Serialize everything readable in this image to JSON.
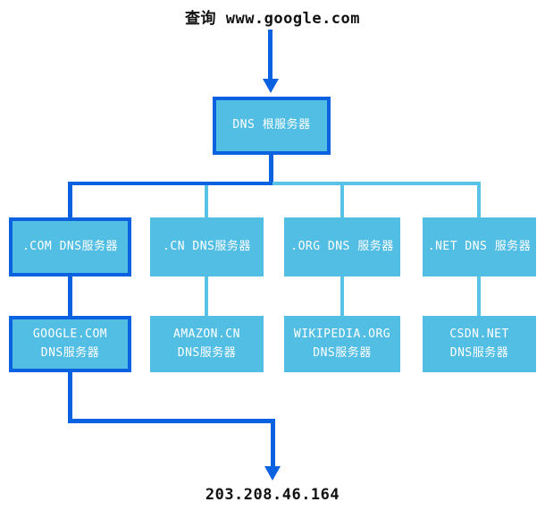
{
  "title": "查询 www.google.com",
  "result_ip": "203.208.46.164",
  "colors": {
    "box_fill": "#53bee3",
    "highlight_blue": "#0b62e0",
    "light_connector": "#58c3e7",
    "box_text": "#ffffff",
    "plain_text": "#111111"
  },
  "nodes": {
    "root": {
      "label": "DNS 根服务器",
      "highlighted": true
    },
    "tld": [
      {
        "label": ".COM DNS服务器",
        "highlighted": true
      },
      {
        "label": ".CN DNS服务器",
        "highlighted": false
      },
      {
        "label": ".ORG DNS 服务器",
        "highlighted": false
      },
      {
        "label": ".NET DNS 服务器",
        "highlighted": false
      }
    ],
    "authoritative": [
      {
        "line1": "GOOGLE.COM",
        "line2": "DNS服务器",
        "highlighted": true
      },
      {
        "line1": "AMAZON.CN",
        "line2": "DNS服务器",
        "highlighted": false
      },
      {
        "line1": "WIKIPEDIA.ORG",
        "line2": "DNS服务器",
        "highlighted": false
      },
      {
        "line1": "CSDN.NET",
        "line2": "DNS服务器",
        "highlighted": false
      }
    ]
  }
}
